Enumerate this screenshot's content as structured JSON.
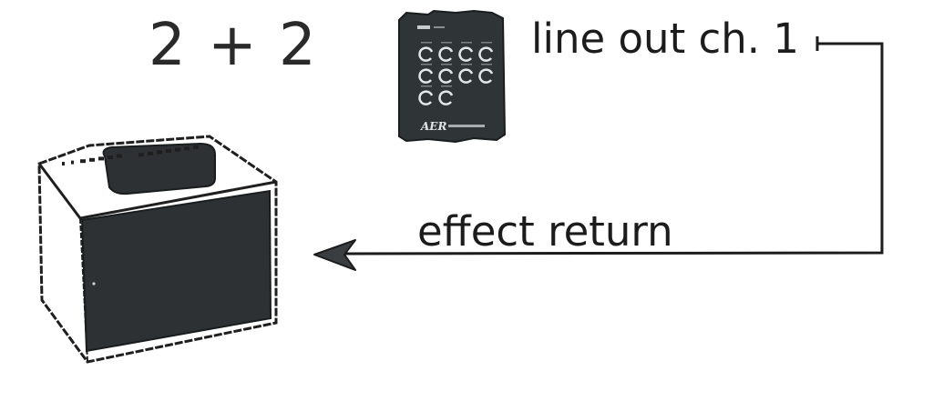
{
  "diagram": {
    "config_label": "2 + 2",
    "preamp": {
      "name": "preamp-unit",
      "logo_text": "AER",
      "knob_rows": [
        4,
        4,
        2
      ]
    },
    "amplifier": {
      "name": "acoustic-amplifier"
    },
    "connection": {
      "source_label": "line out ch. 1",
      "target_label": "effect return",
      "direction": "preamp-to-amplifier"
    },
    "colors": {
      "ink": "#1c1c1c",
      "device_body": "#2f3436",
      "grille": "#2d3133",
      "background": "#ffffff"
    }
  }
}
